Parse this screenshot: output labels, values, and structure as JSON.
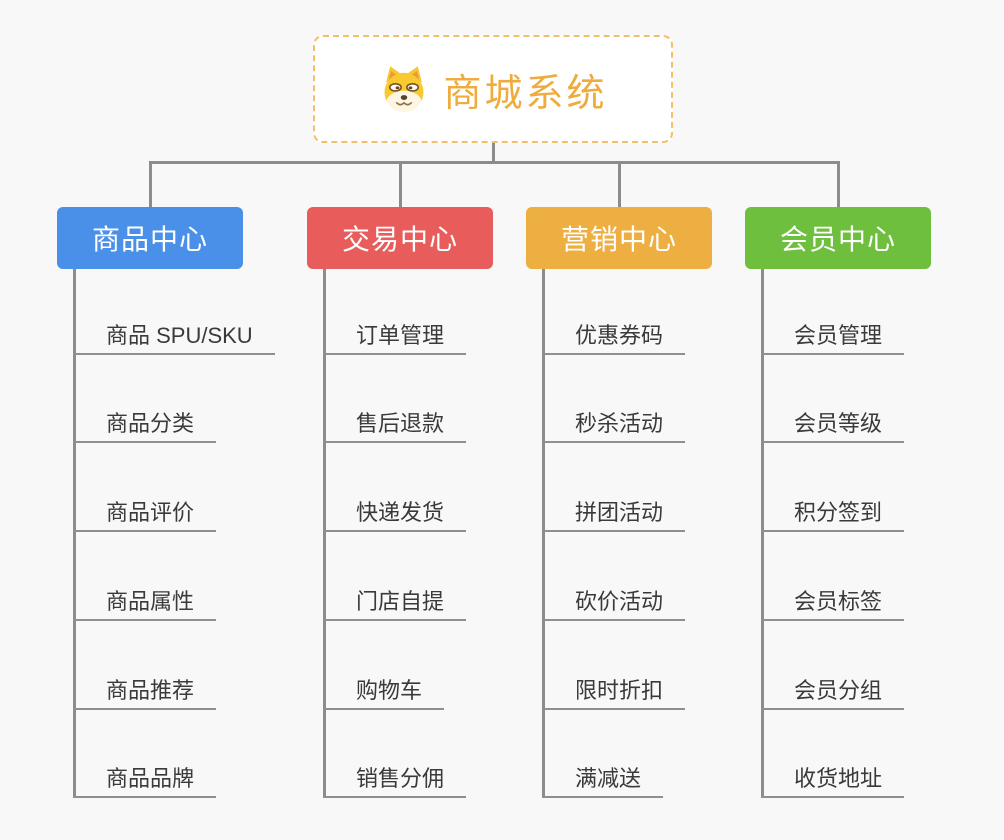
{
  "root": {
    "title": "商城系统",
    "icon": "dog-icon"
  },
  "colors": {
    "root_border": "#F3BF6B",
    "root_text": "#EFAC3E",
    "connector_line": "#8C8C8C",
    "leaf_underline": "#8F8F8F",
    "leaf_text": "#3A3A3A",
    "background": "#F8F8F8"
  },
  "branches": [
    {
      "label": "商品中心",
      "color": "#4A90E8",
      "children": [
        "商品 SPU/SKU",
        "商品分类",
        "商品评价",
        "商品属性",
        "商品推荐",
        "商品品牌"
      ]
    },
    {
      "label": "交易中心",
      "color": "#E85C5C",
      "children": [
        "订单管理",
        "售后退款",
        "快递发货",
        "门店自提",
        "购物车",
        "销售分佣"
      ]
    },
    {
      "label": "营销中心",
      "color": "#EDAE42",
      "children": [
        "优惠券码",
        "秒杀活动",
        "拼团活动",
        "砍价活动",
        "限时折扣",
        "满减送"
      ]
    },
    {
      "label": "会员中心",
      "color": "#6EBF3E",
      "children": [
        "会员管理",
        "会员等级",
        "积分签到",
        "会员标签",
        "会员分组",
        "收货地址"
      ]
    }
  ]
}
